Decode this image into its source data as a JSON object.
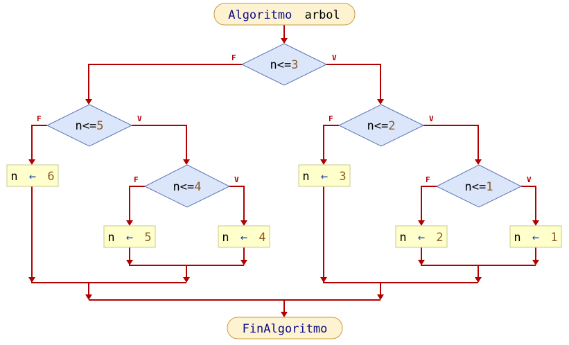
{
  "start": {
    "keyword": "Algoritmo",
    "name": "arbol"
  },
  "end": {
    "keyword": "FinAlgoritmo"
  },
  "branch_labels": {
    "false": "F",
    "true": "V"
  },
  "conditions": {
    "c3": {
      "var": "n",
      "op": "<=",
      "num": "3"
    },
    "c5": {
      "var": "n",
      "op": "<=",
      "num": "5"
    },
    "c2": {
      "var": "n",
      "op": "<=",
      "num": "2"
    },
    "c4": {
      "var": "n",
      "op": "<=",
      "num": "4"
    },
    "c1": {
      "var": "n",
      "op": "<=",
      "num": "1"
    }
  },
  "assignments": {
    "a6": {
      "var": "n",
      "arrow": "←",
      "num": "6"
    },
    "a5": {
      "var": "n",
      "arrow": "←",
      "num": "5"
    },
    "a4": {
      "var": "n",
      "arrow": "←",
      "num": "4"
    },
    "a3": {
      "var": "n",
      "arrow": "←",
      "num": "3"
    },
    "a2": {
      "var": "n",
      "arrow": "←",
      "num": "2"
    },
    "a1": {
      "var": "n",
      "arrow": "←",
      "num": "1"
    }
  },
  "colors": {
    "edge": "#b00000",
    "decision_fill": "#dbe6fb",
    "process_fill": "#ffffcc",
    "terminal_fill": "#fdf3d1",
    "keyword": "#0b0b8a",
    "number": "#8a5a28"
  }
}
